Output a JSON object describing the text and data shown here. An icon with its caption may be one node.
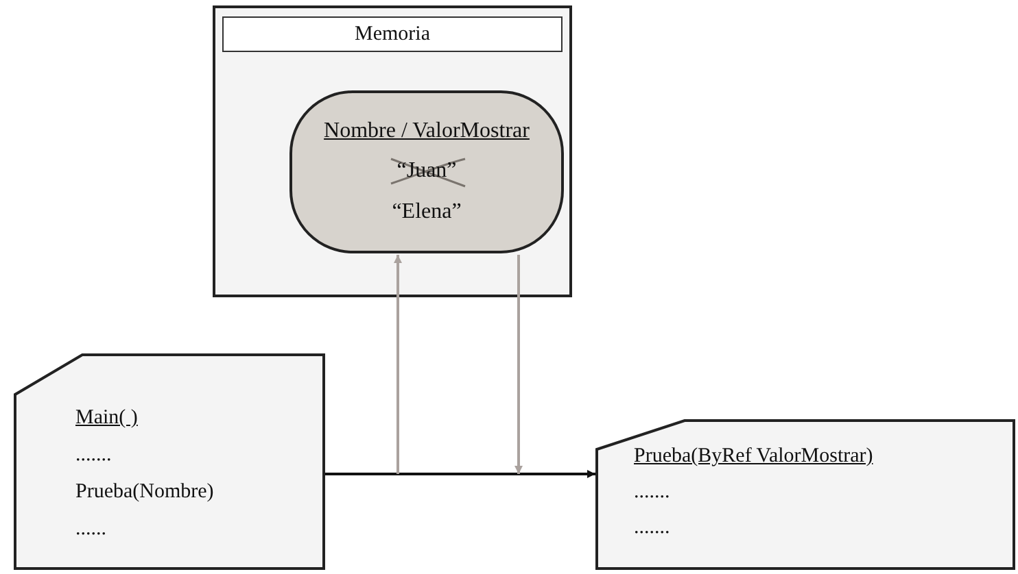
{
  "diagram": {
    "nodes": [
      {
        "text": [],
        "shape": "box"
      },
      {
        "text": [
          "Memoria"
        ],
        "in": 0
      },
      {
        "text": [
          "Nombre / ValorMostrar",
          "“Juan”",
          "“Elena”"
        ],
        "in": 0
      },
      {
        "text": [
          "Main( )",
          ".......",
          "Prueba(Nombre)",
          "......"
        ]
      },
      {
        "text": [
          "Prueba(ByRef ValorMostrar)",
          ".......",
          "......."
        ]
      }
    ],
    "edges": [
      {
        "from": 3,
        "to": 4,
        "arrow": "to",
        "color": "#111111"
      },
      {
        "from": null,
        "to": 2,
        "arrow": "to"
      },
      {
        "from": 2,
        "to": null,
        "arrow": "to"
      }
    ]
  }
}
